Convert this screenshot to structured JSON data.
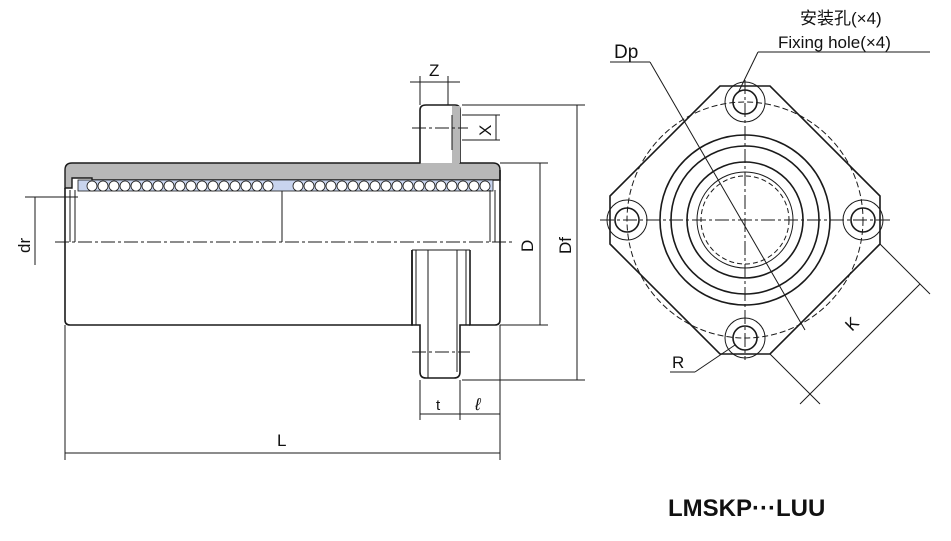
{
  "labels": {
    "Z": "Z",
    "X": "X",
    "dr": "dr",
    "D": "D",
    "Df": "Df",
    "t": "t",
    "l": "ℓ",
    "L": "L",
    "Dp": "Dp",
    "R": "R",
    "K": "K",
    "fixing_hole_cn": "安装孔(×4)",
    "fixing_hole_en": "Fixing hole(×4)"
  },
  "model": "LMSKP···LUU",
  "colors": {
    "housing": "#b8b8b8",
    "retainer": "#c8d4ee",
    "line": "#1a1a1a"
  }
}
